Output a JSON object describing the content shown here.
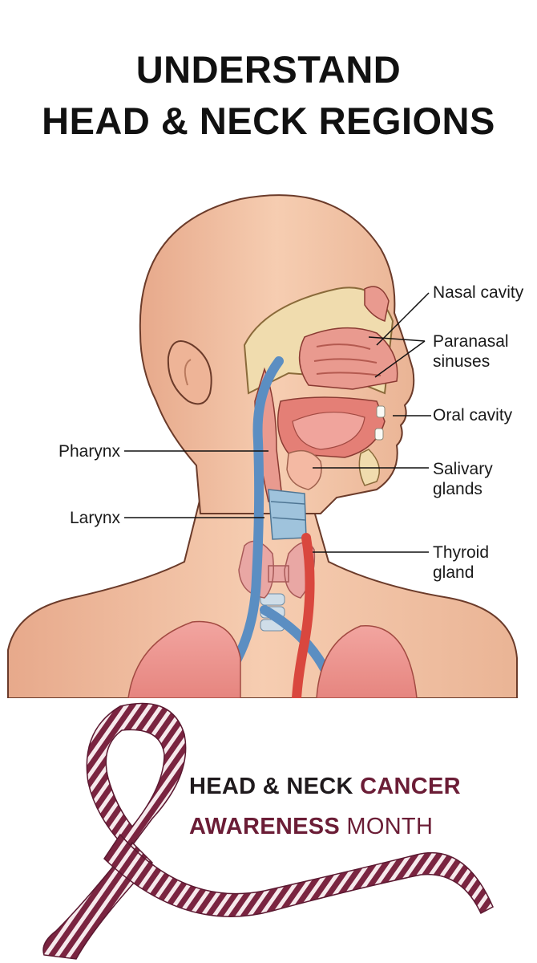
{
  "title": {
    "line1": "UNDERSTAND",
    "line2": "HEAD & NECK REGIONS"
  },
  "labels": {
    "nasal_cavity": "Nasal cavity",
    "paranasal_1": "Paranasal",
    "paranasal_2": "sinuses",
    "oral_cavity": "Oral cavity",
    "salivary_1": "Salivary",
    "salivary_2": "glands",
    "thyroid_1": "Thyroid",
    "thyroid_2": "gland",
    "pharynx": "Pharynx",
    "larynx": "Larynx"
  },
  "banner": {
    "part1": "HEAD & NECK",
    "part2": "CANCER",
    "part3": "AWARENESS",
    "part4": "MONTH"
  },
  "colors": {
    "skin": "#f2c2a4",
    "skin_shadow": "#e0a487",
    "tissue": "#e99a8f",
    "bone": "#f0dcae",
    "airway": "#9fc3dc",
    "vessel_blue": "#5b8ec2",
    "vessel_red": "#d9473e",
    "thyroid": "#e9a7a4",
    "ribbon_maroon": "#7a2440",
    "ribbon_light": "#f6e9ec"
  },
  "icons": [
    "awareness-ribbon-icon"
  ]
}
